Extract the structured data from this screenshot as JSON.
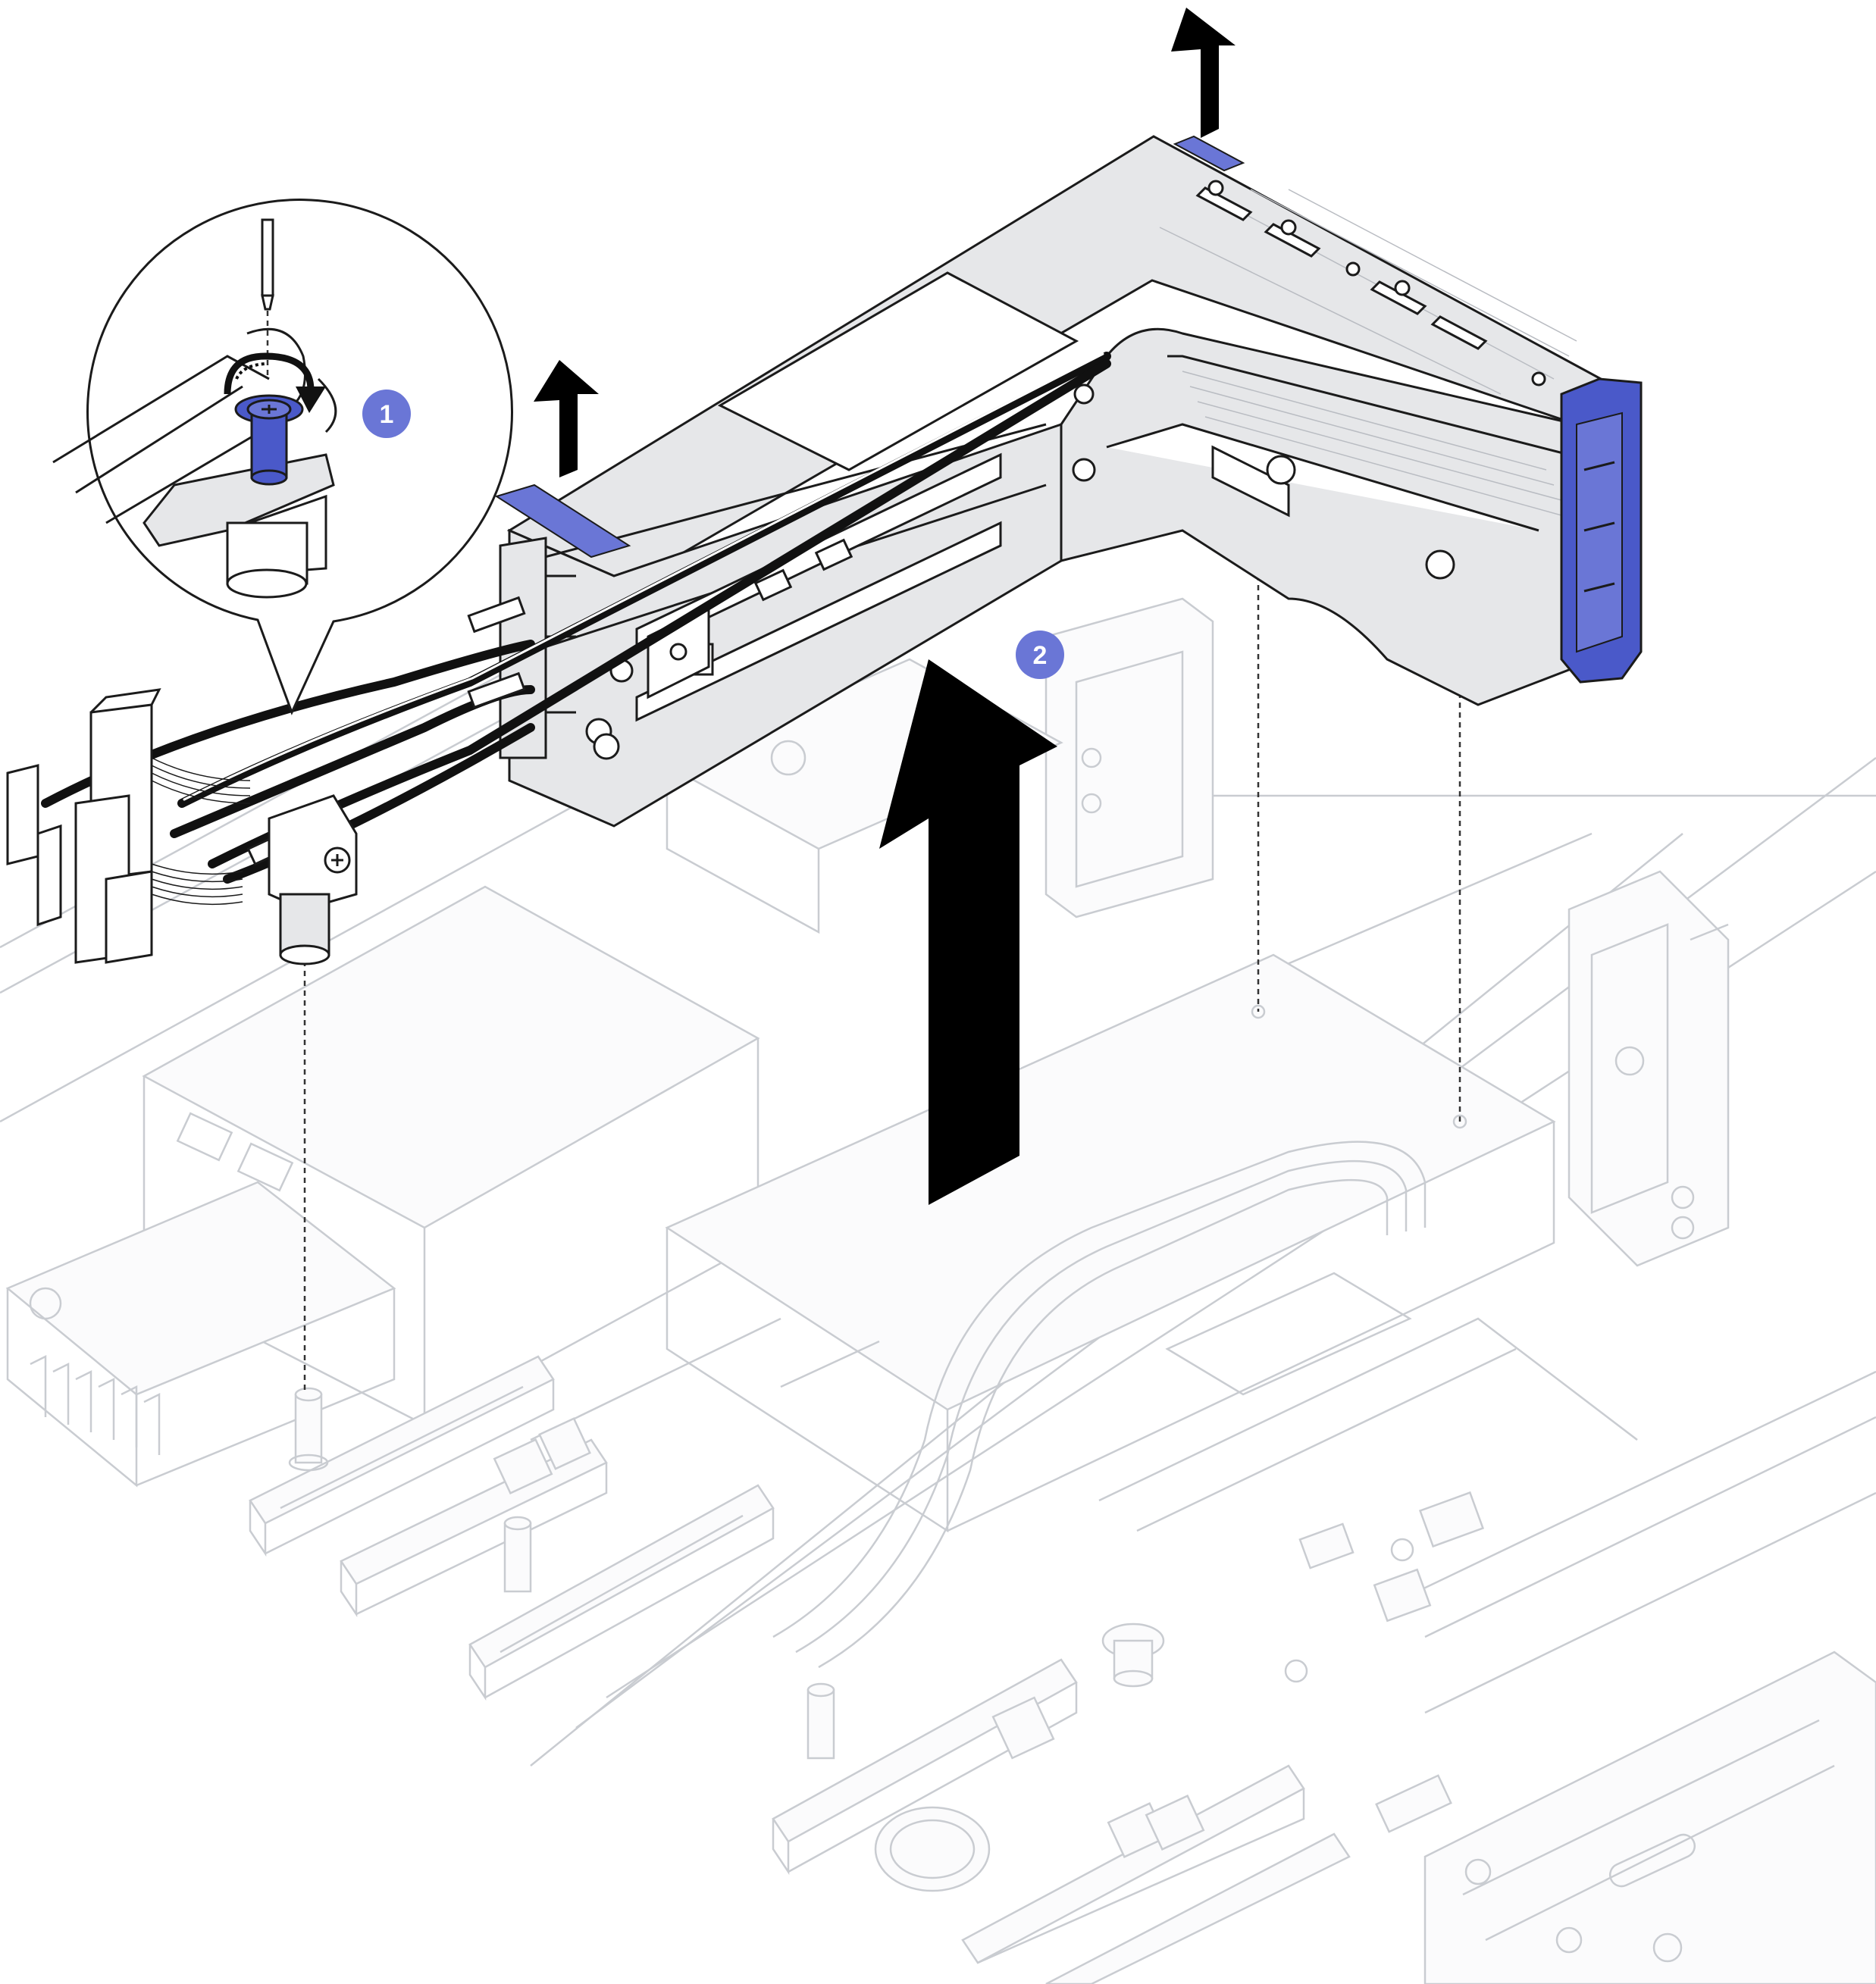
{
  "diagram": {
    "callouts": [
      {
        "id": "step-1",
        "label": "1"
      },
      {
        "id": "step-2",
        "label": "2"
      }
    ],
    "colors": {
      "accent_blue": "#6a76d6",
      "latch_blue": "#4a59c9",
      "line_ink": "#1b1b1b",
      "faint_line": "#c9ccd1",
      "arrow": "#000000"
    },
    "icons": [
      "captive-screw-icon",
      "rotation-arrow-icon",
      "lift-arrow-icon",
      "screwdriver-icon"
    ]
  }
}
